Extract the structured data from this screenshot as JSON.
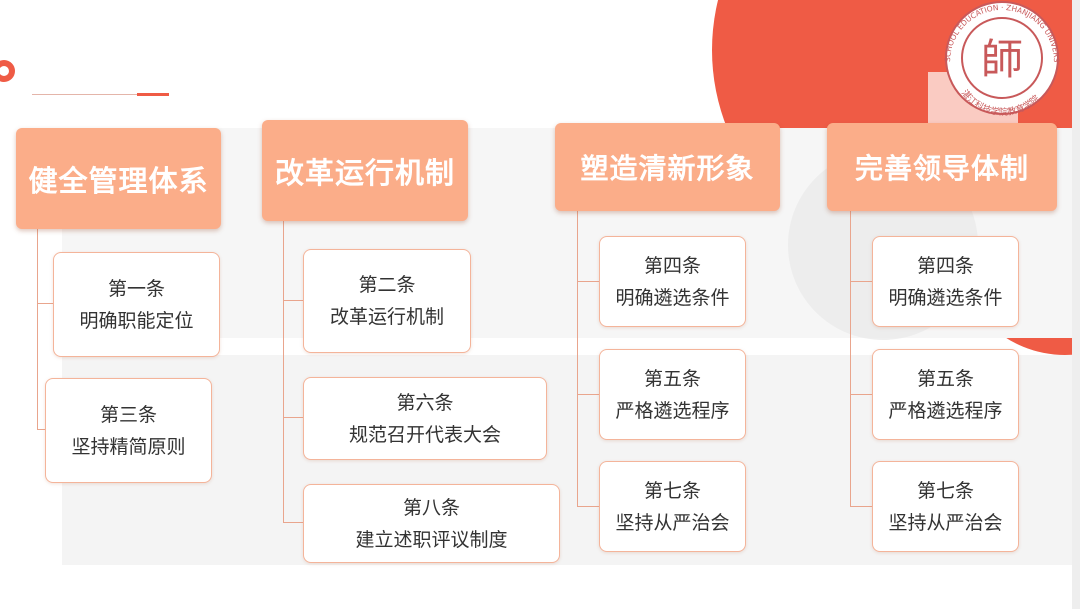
{
  "emblem": {
    "glyph": "師",
    "ring_text_top": "SCHOOL EDUCATION · ZHANJIANG UNIVERSITY OF SCIENCE AND TECHNOLOGY",
    "ring_text_bottom": "湛江科技学院教育学院",
    "color": "#c8595a"
  },
  "colors": {
    "accent": "#ef5b45",
    "header": "#fbad89",
    "card_border": "#f4b49a",
    "connector": "#e9a58d"
  },
  "columns": [
    {
      "header": "健全管理体系",
      "items": [
        {
          "num": "第一条",
          "desc": "明确职能定位"
        },
        {
          "num": "第三条",
          "desc": "坚持精简原则"
        }
      ]
    },
    {
      "header": "改革运行机制",
      "items": [
        {
          "num": "第二条",
          "desc": "改革运行机制"
        },
        {
          "num": "第六条",
          "desc": "规范召开代表大会"
        },
        {
          "num": "第八条",
          "desc": "建立述职评议制度"
        }
      ]
    },
    {
      "header": "塑造清新形象",
      "items": [
        {
          "num": "第四条",
          "desc": "明确遴选条件"
        },
        {
          "num": "第五条",
          "desc": "严格遴选程序"
        },
        {
          "num": "第七条",
          "desc": "坚持从严治会"
        }
      ]
    },
    {
      "header": "完善领导体制",
      "items": [
        {
          "num": "第四条",
          "desc": "明确遴选条件"
        },
        {
          "num": "第五条",
          "desc": "严格遴选程序"
        },
        {
          "num": "第七条",
          "desc": "坚持从严治会"
        }
      ]
    }
  ]
}
